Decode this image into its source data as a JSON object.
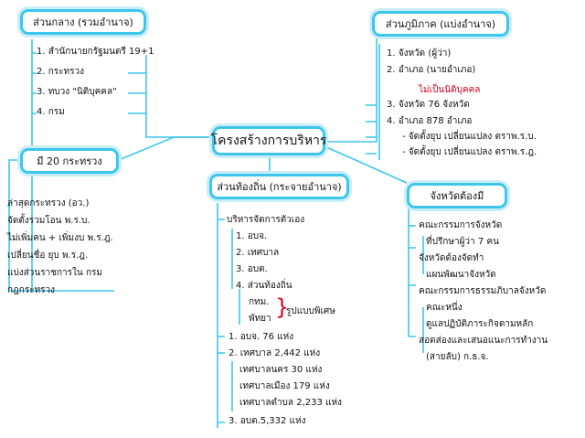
{
  "center": "โครงสร้างการบริหาร",
  "central": {
    "title": "ส่วนกลาง (รวมอำนาจ)",
    "items": [
      "1. สำนักนายกรัฐมนตรี 19+1",
      "2. กระทรวง",
      "3. ทบวง  \"นิติบุคคล\"",
      "4. กรม"
    ]
  },
  "ministries": {
    "title": "มี 20 กระทรวง",
    "items": [
      "ล่าสุดกระทรวง (อว.)",
      "จัดตั้งรวมโอน พ.ร.บ.",
      "ไม่เพิ่มคน + เพิ่มงบ พ.ร.ฎ.",
      "เปลี่ยนชื่อ  ยุบ พ.ร.ฎ.",
      "แบ่งส่วนราชการใน กรม",
      "กฎกระทรวง"
    ]
  },
  "regional": {
    "title": "ส่วนภูมิภาค (แบ่งอำนาจ)",
    "items": [
      "1.  จังหวัด       (ผู้ว่า)",
      "2.  อำเภอ        (นายอำเภอ)"
    ],
    "note": "ไม่เป็นนิติบุคคล",
    "items2": [
      "3.  จังหวัด 76 จังหวัด",
      "4.  อำเภอ 878 อำเภอ",
      "- จัดตั้งยุบ เปลี่ยนแปลง ตราพ.ร.บ.",
      "- จัดตั้งยุบ เปลี่ยนแปลง ตราพ.ร.ฎ."
    ]
  },
  "local": {
    "title": "ส่วนท้องถิ่น (กระจายอำนาจ)",
    "head": "บริหารจัดการตัวเอง",
    "items": [
      "1.  อบจ.",
      "2.  เทศบาล",
      "3.  อบต.",
      "4.  ส่วนท้องถิ่น"
    ],
    "special": [
      "กทม.",
      "พัทยา"
    ],
    "special_label": "รูปแบบพิเศษ",
    "counts": [
      "1.  อบจ. 76 แห่ง",
      "2.  เทศบาล 2,442 แห่ง",
      "เทศบาลนคร 30 แห่ง",
      "เทศบาลเมือง 179 แห่ง",
      "เทศบาลตำบล 2,233 แห่ง",
      "3.  อบต.5,332 แห่ง"
    ]
  },
  "province": {
    "title": "จังหวัดต้องมี",
    "items": [
      "คณะกรรมการจังหวัด",
      "ที่ปรึกษาผู้ว่า 7 คน",
      "จังหวัดต้องจัดทำ",
      "แผนพัฒนาจังหวัด",
      "คณะกรรมการธรรมภิบาลจังหวัด",
      "คณะหนึ่ง",
      "ดูแลปฏิบัติภาระกิจตามหลัก",
      "สอดส่องและเสนอแนะการทำงาน",
      "(สายลับ) ก.ธ.จ."
    ]
  }
}
